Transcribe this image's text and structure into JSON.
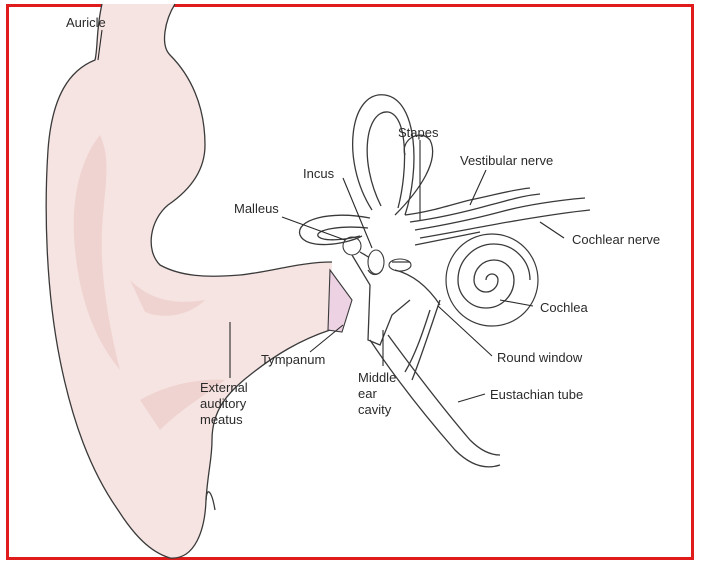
{
  "colors": {
    "border": "#e01b1b",
    "skin": "#f6e4e2",
    "skin_shadow": "#efd3d0",
    "tympanum": "#ecd2e2",
    "line": "#2a2a2a"
  },
  "labels": {
    "auricle": "Auricle",
    "stapes": "Stapes",
    "vestibular_nerve": "Vestibular nerve",
    "incus": "Incus",
    "malleus": "Malleus",
    "cochlear_nerve": "Cochlear nerve",
    "cochlea": "Cochlea",
    "tympanum": "Tympanum",
    "middle_ear_cavity": [
      "Middle",
      "ear",
      "cavity"
    ],
    "round_window": "Round window",
    "external_auditory_meatus": [
      "External",
      "auditory",
      "meatus"
    ],
    "eustachian_tube": "Eustachian tube"
  }
}
